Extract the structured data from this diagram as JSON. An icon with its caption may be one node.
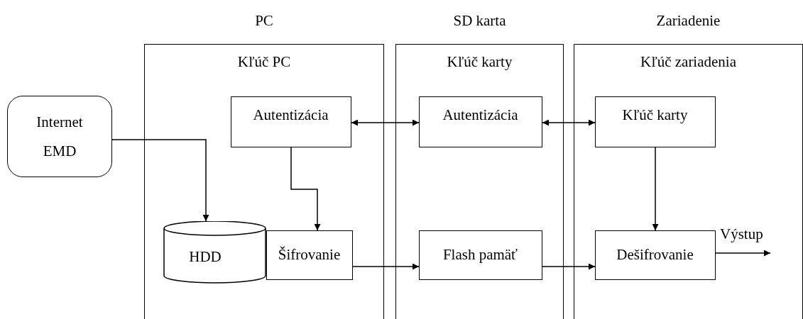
{
  "diagram": {
    "nodes": [
      {
        "text": [
          "PC",
          "Kľúč PC"
        ]
      },
      {
        "text": [
          "SD karta",
          "Kľúč karty"
        ]
      },
      {
        "text": [
          "Zariadenie",
          "Kľúč zariadenia"
        ]
      },
      {
        "text": [
          "Internet EMD"
        ]
      },
      {
        "text": [
          "Autentizácia"
        ],
        "in": 0
      },
      {
        "text": [
          "Autentizácia"
        ],
        "in": 1
      },
      {
        "text": [
          "Kľúč karty"
        ],
        "in": 2
      },
      {
        "text": [
          "HDD"
        ],
        "in": 0
      },
      {
        "text": [
          "Šifrovanie"
        ],
        "in": 0
      },
      {
        "text": [
          "Flash pamäť"
        ],
        "in": 1
      },
      {
        "text": [
          "Dešifrovanie"
        ],
        "in": 2
      }
    ],
    "edges": [
      {
        "from": 3,
        "to": 7,
        "arrow": "to"
      },
      {
        "from": 4,
        "to": 5,
        "arrow": "both"
      },
      {
        "from": 5,
        "to": 6,
        "arrow": "both"
      },
      {
        "from": 4,
        "to": 8,
        "arrow": "to"
      },
      {
        "from": 6,
        "to": 10,
        "arrow": "to"
      },
      {
        "from": 8,
        "to": 9,
        "arrow": "to"
      },
      {
        "from": 9,
        "to": 10,
        "arrow": "to"
      },
      {
        "from": 10,
        "to": null,
        "arrow": "to",
        "label": "Výstup"
      }
    ]
  }
}
